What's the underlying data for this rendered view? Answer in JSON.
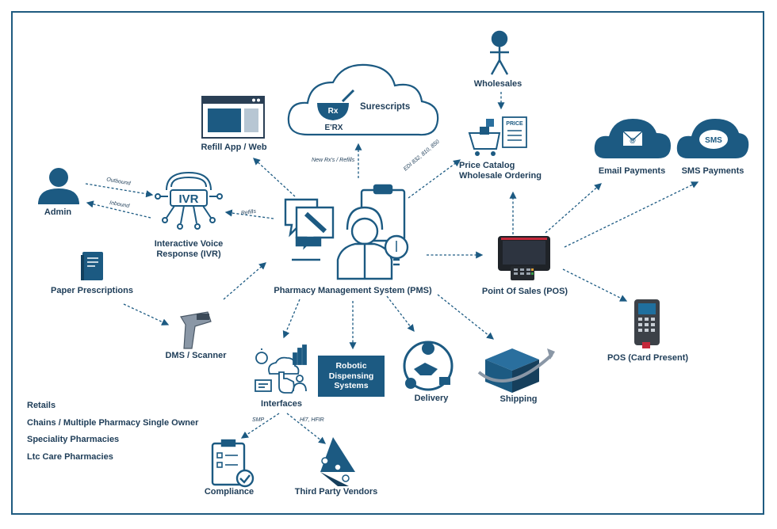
{
  "colors": {
    "primary": "#1c5a82",
    "dark": "#1e3d58",
    "accent": "#2a6f9e"
  },
  "center": {
    "label": "Pharmacy Management System (PMS)",
    "icon": "pharmacist-icon"
  },
  "nodes": {
    "surescripts": {
      "label": "Surescripts",
      "sub": "E'RX",
      "rx": "Rx"
    },
    "refill_app": {
      "label": "Refill App / Web"
    },
    "admin": {
      "label": "Admin"
    },
    "ivr": {
      "label": "Interactive Voice\nResponse (IVR)",
      "icon_text": "IVR"
    },
    "paper": {
      "label": "Paper Prescriptions"
    },
    "scanner": {
      "label": "DMS / Scanner"
    },
    "interfaces": {
      "label": "Interfaces"
    },
    "robotic": {
      "label": "Robotic\nDispensing\nSystems"
    },
    "delivery": {
      "label": "Delivery"
    },
    "shipping": {
      "label": "Shipping"
    },
    "wholesales": {
      "label": "Wholesales"
    },
    "price_catalog": {
      "label": "Price Catalog\nWholesale Ordering",
      "tag": "PRICE"
    },
    "pos": {
      "label": "Point Of Sales (POS)"
    },
    "email": {
      "label": "Email Payments",
      "icon_text": "@"
    },
    "sms": {
      "label": "SMS Payments",
      "icon_text": "SMS"
    },
    "pos_card": {
      "label": "POS (Card Present)"
    },
    "compliance": {
      "label": "Compliance"
    },
    "third_party": {
      "label": "Third Party Vendors"
    }
  },
  "edge_labels": {
    "outbound": "Outbound",
    "inbound": "Inbound",
    "refills": "Refills",
    "new_rx": "New Rx's / Refills",
    "edi": "EDI 832, 810, 850",
    "smp": "SMP",
    "hl7": "Hl7, HFIR"
  },
  "legend": [
    "Retails",
    "Chains / Multiple Pharmacy Single Owner",
    "Speciality Pharmacies",
    "Ltc Care Pharmacies"
  ]
}
